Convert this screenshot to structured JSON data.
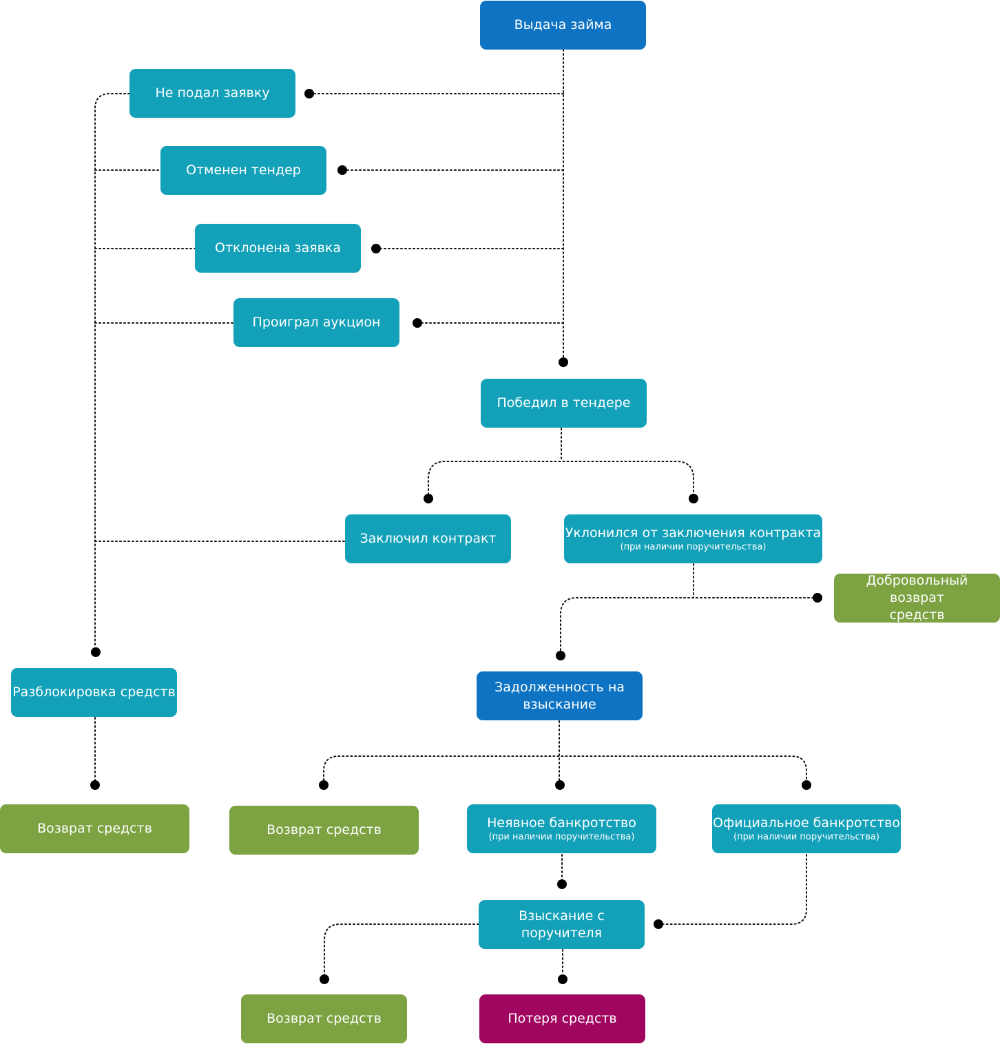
{
  "nodes": {
    "loan_issue": {
      "label": "Выдача займа"
    },
    "not_applied": {
      "label": "Не подал заявку"
    },
    "tender_cancelled": {
      "label": "Отменен тендер"
    },
    "application_rejected": {
      "label": "Отклонена заявка"
    },
    "lost_auction": {
      "label": "Проиграл аукцион"
    },
    "won_tender": {
      "label": "Победил в тендере"
    },
    "signed_contract": {
      "label": "Заключил контракт"
    },
    "evaded_contract": {
      "label": "Уклонился от заключения контракта",
      "note": "(при наличии поручительства)"
    },
    "voluntary_return": {
      "label": "Добровольный возврат средств"
    },
    "unlock_funds": {
      "label": "Разблокировка средств"
    },
    "debt_collection": {
      "label": "Задолженность на взыскание"
    },
    "return_left": {
      "label": "Возврат средств"
    },
    "return_mid": {
      "label": "Возврат средств"
    },
    "implicit_bankruptcy": {
      "label": "Неявное банкротство",
      "note": "(при наличии поручительства)"
    },
    "official_bankruptcy": {
      "label": "Официальное банкротство",
      "note": "(при наличии поручительства)"
    },
    "guarantor_recovery": {
      "label": "Взыскание с поручителя"
    },
    "return_bottom": {
      "label": "Возврат средств"
    },
    "loss_of_funds": {
      "label": "Потеря средств"
    }
  },
  "colors": {
    "teal": "#12a1b9",
    "blue": "#0d73c2",
    "green": "#7ca241",
    "magenta": "#a0065f",
    "connector": "#111111"
  }
}
